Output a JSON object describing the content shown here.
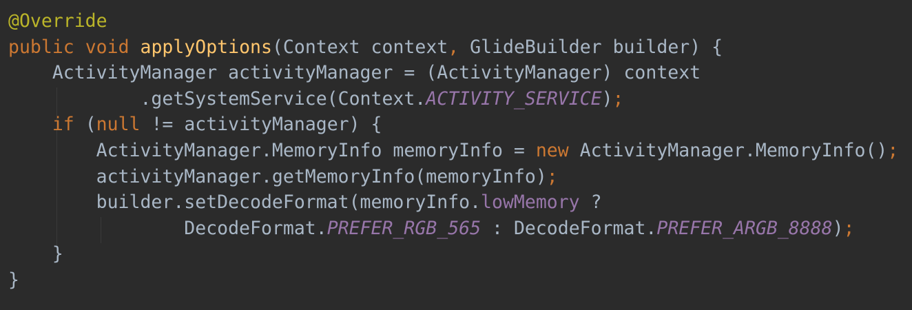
{
  "editor": {
    "background": "#2b2b2b",
    "colors": {
      "default": "#a9b7c6",
      "keyword": "#cc7832",
      "annotation": "#bbb529",
      "method_declaration": "#ffc66d",
      "constant": "#9876aa"
    },
    "lines": [
      {
        "indent": "",
        "tokens": [
          {
            "type": "annotation",
            "text": "@Override"
          }
        ]
      },
      {
        "indent": "",
        "tokens": [
          {
            "type": "kw",
            "text": "public"
          },
          {
            "type": "plain",
            "text": " "
          },
          {
            "type": "kw",
            "text": "void"
          },
          {
            "type": "plain",
            "text": " "
          },
          {
            "type": "fn",
            "text": "applyOptions"
          },
          {
            "type": "plain",
            "text": "(Context context"
          },
          {
            "type": "punct",
            "text": ","
          },
          {
            "type": "plain",
            "text": " GlideBuilder builder) {"
          }
        ]
      },
      {
        "indent": "    ",
        "tokens": [
          {
            "type": "plain",
            "text": "ActivityManager activityManager = (ActivityManager) context"
          }
        ]
      },
      {
        "indent": "            ",
        "tokens": [
          {
            "type": "plain",
            "text": ".getSystemService(Context."
          },
          {
            "type": "const",
            "text": "ACTIVITY_SERVICE"
          },
          {
            "type": "plain",
            "text": ")"
          },
          {
            "type": "punct",
            "text": ";"
          }
        ]
      },
      {
        "indent": "    ",
        "tokens": [
          {
            "type": "kw",
            "text": "if"
          },
          {
            "type": "plain",
            "text": " ("
          },
          {
            "type": "kw",
            "text": "null"
          },
          {
            "type": "plain",
            "text": " != activityManager) {"
          }
        ]
      },
      {
        "indent": "        ",
        "tokens": [
          {
            "type": "plain",
            "text": "ActivityManager.MemoryInfo memoryInfo = "
          },
          {
            "type": "kw",
            "text": "new"
          },
          {
            "type": "plain",
            "text": " ActivityManager.MemoryInfo()"
          },
          {
            "type": "punct",
            "text": ";"
          }
        ]
      },
      {
        "indent": "        ",
        "tokens": [
          {
            "type": "plain",
            "text": "activityManager.getMemoryInfo(memoryInfo)"
          },
          {
            "type": "punct",
            "text": ";"
          }
        ]
      },
      {
        "indent": "        ",
        "tokens": [
          {
            "type": "plain",
            "text": "builder.setDecodeFormat(memoryInfo."
          },
          {
            "type": "field",
            "text": "lowMemory"
          },
          {
            "type": "plain",
            "text": " ?"
          }
        ]
      },
      {
        "indent": "                ",
        "tokens": [
          {
            "type": "plain",
            "text": "DecodeFormat."
          },
          {
            "type": "const",
            "text": "PREFER_RGB_565"
          },
          {
            "type": "plain",
            "text": " : DecodeFormat."
          },
          {
            "type": "const",
            "text": "PREFER_ARGB_8888"
          },
          {
            "type": "plain",
            "text": ")"
          },
          {
            "type": "punct",
            "text": ";"
          }
        ]
      },
      {
        "indent": "    ",
        "tokens": [
          {
            "type": "plain",
            "text": "}"
          }
        ]
      },
      {
        "indent": "",
        "tokens": [
          {
            "type": "plain",
            "text": "}"
          }
        ]
      }
    ]
  }
}
